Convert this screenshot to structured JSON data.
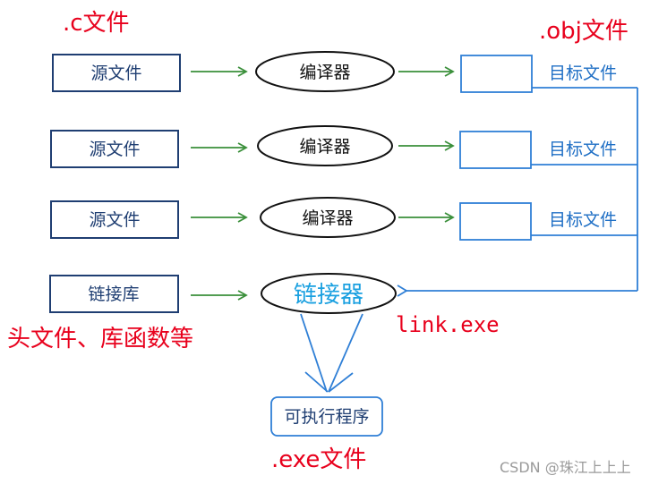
{
  "labels": {
    "c_file": ".c文件",
    "obj_file": ".obj文件",
    "header_lib": "头文件、库函数等",
    "link_exe": "link.exe",
    "exe_file": ".exe文件",
    "watermark": "CSDN @珠江上上上"
  },
  "rows": [
    {
      "source": "源文件",
      "compiler": "编译器",
      "target": "目标文件"
    },
    {
      "source": "源文件",
      "compiler": "编译器",
      "target": "目标文件"
    },
    {
      "source": "源文件",
      "compiler": "编译器",
      "target": "目标文件"
    }
  ],
  "link_row": {
    "library": "链接库",
    "linker": "链接器"
  },
  "executable": "可执行程序",
  "colors": {
    "red": "#e8001c",
    "box_border": "#1f3e72",
    "target_blue": "#1f6fc5",
    "linker_cyan": "#1aa0e0",
    "arrow_green": "#3a8f3a",
    "line_blue": "#2f7fd6"
  }
}
